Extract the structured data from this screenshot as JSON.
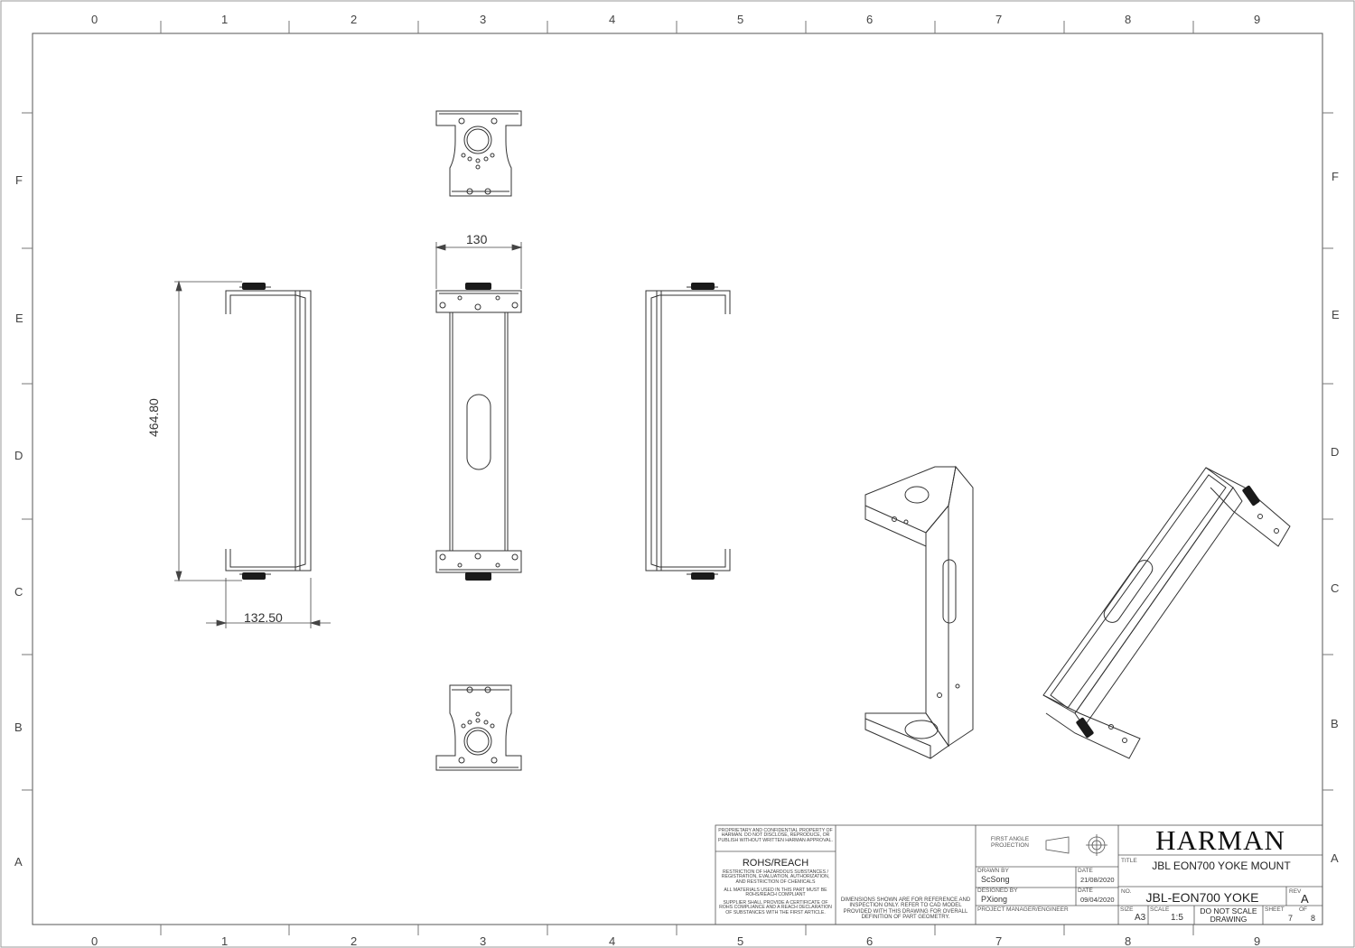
{
  "border": {
    "columns": [
      "0",
      "1",
      "2",
      "3",
      "4",
      "5",
      "6",
      "7",
      "8",
      "9"
    ],
    "rows": [
      "F",
      "E",
      "D",
      "C",
      "B",
      "A"
    ]
  },
  "dimensions": {
    "height": "464.80",
    "depth": "132.50",
    "width": "130"
  },
  "title_block": {
    "proprietary": "PROPRIETARY AND CONFIDENTIAL PROPERTY OF HARMAN. DO NOT DISCLOSE, REPRODUCE, OR PUBLISH WITHOUT WRITTEN HARMAN APPROVAL.",
    "rohs_title": "ROHS/REACH",
    "rohs_text1": "RESTRICTION OF HAZARDOUS SUBSTANCES / REGISTRATION, EVALUATION, AUTHORIZATION, AND RESTRICTION OF CHEMICALS",
    "rohs_text2": "ALL MATERIALS USED IN THIS PART MUST BE ROHS/REACH COMPLIANT",
    "rohs_text3": "SUPPLIER SHALL PROVIDE A CERTIFICATE OF ROHS COMPLIANCE AND A REACH DECLARATION OF SUBSTANCES WITH THE FIRST ARTICLE.",
    "dimensions_note": "DIMENSIONS SHOWN ARE FOR REFERENCE AND INSPECTION ONLY. REFER TO CAD MODEL PROVIDED WITH THIS DRAWING FOR OVERALL DEFINITION OF PART GEOMETRY.",
    "projection": "FIRST ANGLE PROJECTION",
    "drawn_by_label": "DRAWN BY",
    "drawn_by": "ScSong",
    "date_label": "DATE",
    "drawn_date": "21/08/2020",
    "designed_by_label": "DESIGNED BY",
    "designed_by": "PXiong",
    "designed_date": "09/04/2020",
    "pm_label": "PROJECT MANAGER/ENGINEER",
    "company": "HARMAN",
    "title_label": "TITLE",
    "title": "JBL EON700 YOKE MOUNT",
    "no_label": "NO.",
    "part_no": "JBL-EON700 YOKE",
    "rev_label": "REV",
    "rev": "A",
    "size_label": "SIZE",
    "size": "A3",
    "scale_label": "SCALE",
    "scale": "1:5",
    "do_not_scale": "DO NOT SCALE DRAWING",
    "sheet_label": "SHEET",
    "of_label": "OF",
    "sheet": "7",
    "of": "8"
  }
}
